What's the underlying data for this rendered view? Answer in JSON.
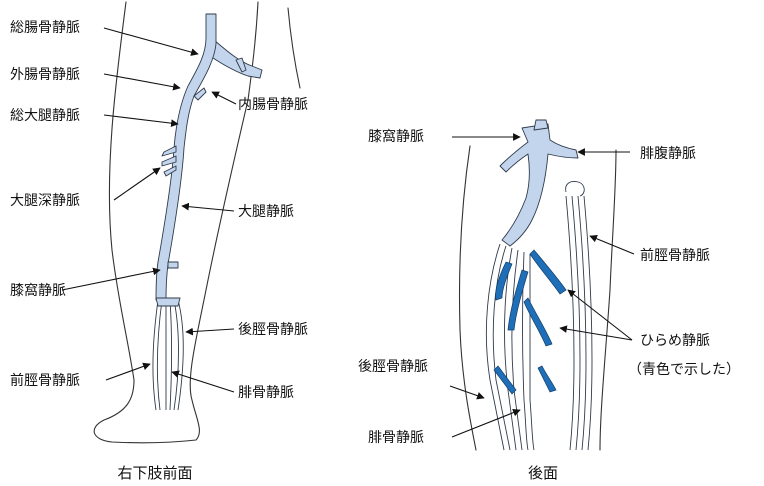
{
  "left_panel": {
    "caption": "右下肢前面",
    "labels": {
      "common_iliac": "総腸骨静脈",
      "external_iliac": "外腸骨静脈",
      "internal_iliac": "内腸骨静脈",
      "common_femoral": "総大腿静脈",
      "deep_femoral": "大腿深静脈",
      "femoral": "大腿静脈",
      "popliteal": "膝窩静脈",
      "posterior_tibial": "後脛骨静脈",
      "anterior_tibial": "前脛骨静脈",
      "peroneal": "腓骨静脈"
    }
  },
  "right_panel": {
    "caption": "後面",
    "labels": {
      "popliteal": "膝窩静脈",
      "gastrocnemius": "腓腹静脈",
      "anterior_tibial": "前脛骨静脈",
      "soleal_line1": "ひらめ静脈",
      "soleal_line2": "（青色で示した）",
      "posterior_tibial": "後脛骨静脈",
      "peroneal": "腓骨静脈"
    }
  },
  "colors": {
    "vein_fill": "#c3d5ec",
    "soleal_vein_fill": "#1f6fb8",
    "outline": "#333333",
    "text": "#111111"
  }
}
